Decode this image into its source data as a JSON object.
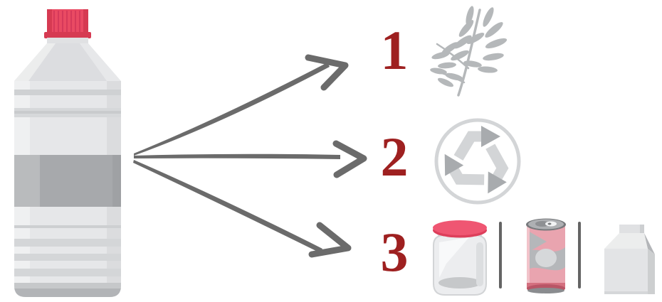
{
  "source": {
    "icon": "plastic-bottle-icon",
    "cap_color": "#e94a63",
    "cap_shadow_color": "#d63a52",
    "body_color": "#e6e7e9",
    "label_band_color": "#a7a9ac"
  },
  "arrows": {
    "count": 3,
    "color": "#6b6b6b",
    "style": "hand-drawn tapered"
  },
  "options": [
    {
      "number": "1",
      "icons": [
        {
          "name": "plant-branch-icon",
          "color": "#b5b8ba"
        }
      ]
    },
    {
      "number": "2",
      "icons": [
        {
          "name": "recycle-symbol-icon",
          "colors": [
            "#d3d5d7",
            "#a8abae"
          ]
        }
      ]
    },
    {
      "number": "3",
      "icons": [
        {
          "name": "glass-jar-icon",
          "lid_color": "#ef5672"
        },
        {
          "name": "soda-can-icon",
          "body_color": "#e9a4af"
        },
        {
          "name": "milk-carton-icon",
          "body_color": "#e4e5e7"
        }
      ],
      "divider_color": "#646464"
    }
  ],
  "colors": {
    "number_text": "#9e2020",
    "arrow_gray": "#6b6b6b",
    "icon_gray": "#b5b8ba",
    "icon_gray_light": "#d3d5d7",
    "icon_gray_dark": "#a8abae"
  }
}
